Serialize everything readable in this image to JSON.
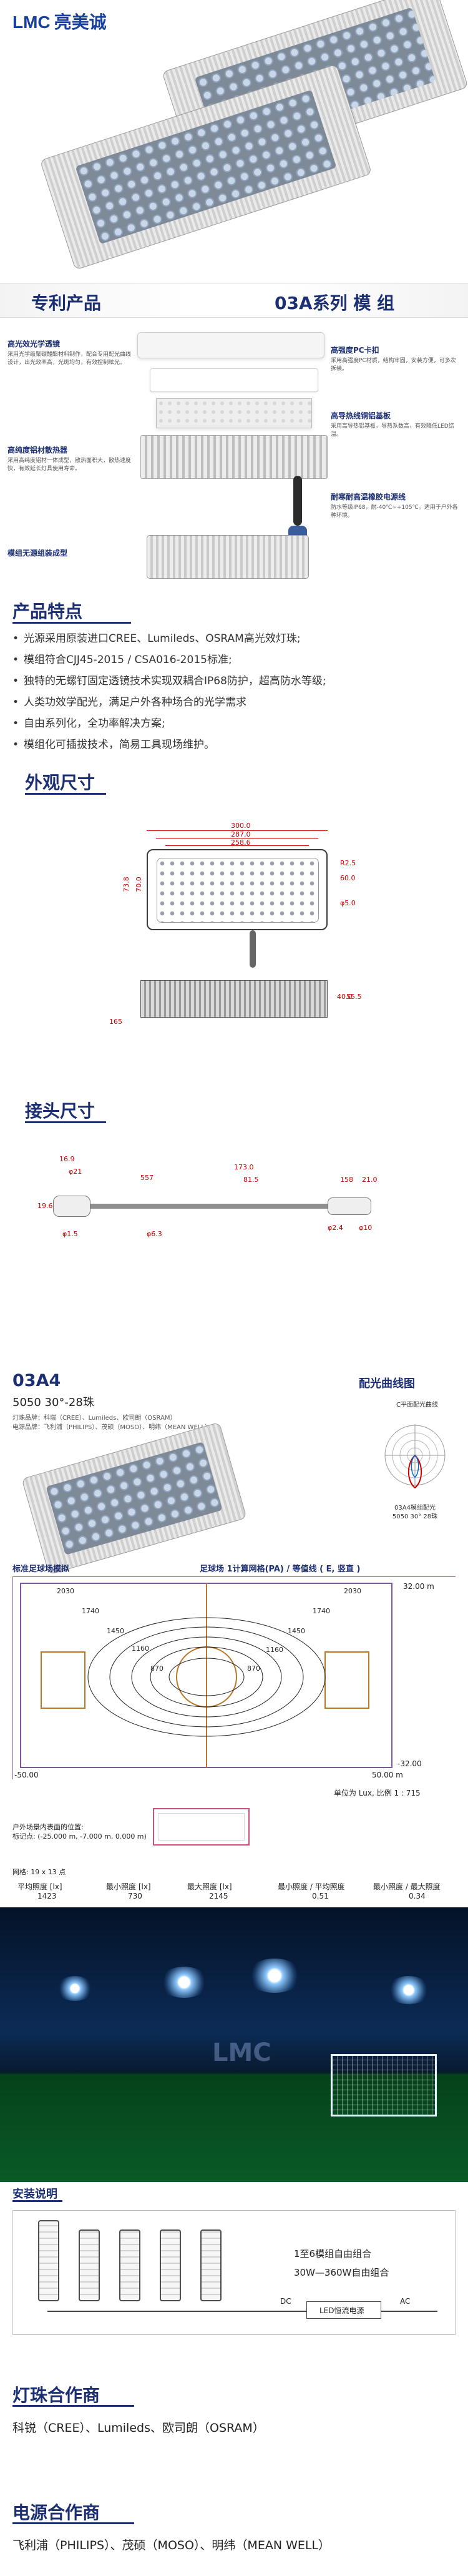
{
  "brand": {
    "logo": "LMC",
    "name": "亮美诚"
  },
  "sections": {
    "product": {
      "left": "专利产品",
      "right": "03A系列  模 组"
    },
    "features": {
      "title": "产品特点"
    },
    "appearance": {
      "title": "外观尺寸"
    },
    "connector": {
      "title": "接头尺寸"
    },
    "install": {
      "title": "安装说明"
    },
    "led_partner": {
      "title": "灯珠合作商"
    },
    "driver_partner": {
      "title": "电源合作商"
    }
  },
  "exploded": {
    "left_labels": [
      {
        "title": "高光效光学透镜",
        "desc": "采用光学级聚碳酸酯材料制作，配合专用配光曲线设计，出光效率高，光斑均匀，有效控制眩光。"
      },
      {
        "title": "高纯度铝材散热器",
        "desc": "采用高纯度铝材一体成型，散热面积大，散热速度快，有效延长灯具使用寿命。"
      },
      {
        "title": "模组无源组装成型",
        "desc": ""
      }
    ],
    "right_labels": [
      {
        "title": "高强度PC卡扣",
        "desc": "采用高强度PC材质，结构牢固，安装方便，可多次拆装。"
      },
      {
        "title": "高导热线铜铝基板",
        "desc": "采用高导热铝基板，导热系数高，有效降低LED结温。"
      },
      {
        "title": "耐寒耐高温橡胶电源线",
        "desc": "防水等级IP68，耐-40℃~+105℃，适用于户外各种环境。"
      }
    ]
  },
  "features": [
    "光源采用原装进口CREE、Lumileds、OSRAM高光效灯珠;",
    "模组符合CJJ45-2015  /  CSA016-2015标准;",
    "独特的无螺钉固定透镜技术实现双耦合IP68防护，超高防水等级;",
    "人类功效学配光，满足户外各种场合的光学需求",
    "自由系列化，全功率解决方案;",
    "模组化可插拔技术，简易工具现场维护。"
  ],
  "dimensions": {
    "top_labels": [
      "300.0",
      "287.0",
      "258.6"
    ],
    "left_labels": [
      "73.8",
      "70.0"
    ],
    "right_labels": [
      "R2.5",
      "60.0",
      "φ5.0"
    ],
    "side_labels": [
      "165",
      "40.0",
      "55.5"
    ]
  },
  "connector_dims": {
    "labels": [
      "16.9",
      "φ21",
      "557",
      "173.0",
      "81.5",
      "158",
      "21.0",
      "19.6",
      "φ1.5",
      "φ6.3",
      "φ2.4",
      "φ10"
    ]
  },
  "model": {
    "code": "03A4",
    "spec": "5050 30°-28珠",
    "desc1": "灯珠品牌：科瑞（CREE）、Lumileds、欧司朗（OSRAM）",
    "desc2": "电源品牌：飞利浦（PHILIPS）、茂硕（MOSO）、明纬（MEAN WELL）",
    "curve_title": "配光曲线图",
    "curve_caption1": "03A4模组配光",
    "curve_caption2": "5050 30° 28珠",
    "curve_inner_label": "C平面配光曲线"
  },
  "isolux": {
    "title_left": "标准足球场模拟",
    "title_right": "足球场 1计算网格(PA) / 等值线 ( E, 竖直 )",
    "axis_top": "32.00 m",
    "axis_right": "-32.00",
    "axis_left": "-50.00",
    "axis_bottom": "50.00 m",
    "unit": "单位为 Lux, 比例 1 : 715",
    "position_title": "户外场景内表面的位置:",
    "position_value": "标记点: (-25.000 m, -7.000 m, 0.000 m)",
    "grid": "网格: 19 x 13 点",
    "contours": [
      "2030",
      "1740",
      "1450",
      "1160",
      "870",
      "870",
      "1160",
      "1450",
      "1740",
      "2030"
    ]
  },
  "stats": {
    "headers": [
      "平均照度 [lx]",
      "最小照度 [lx]",
      "最大照度 [lx]",
      "最小照度 / 平均照度",
      "最小照度 / 最大照度"
    ],
    "values": [
      "1423",
      "730",
      "2145",
      "0.51",
      "0.34"
    ]
  },
  "install": {
    "line1": "1至6模组自由组合",
    "line2": "30W—360W自由组合",
    "dc": "DC",
    "ac": "AC",
    "driver": "LED恒流电源"
  },
  "partners": {
    "led": "科锐（CREE）、Lumileds、欧司朗（OSRAM）",
    "driver": "飞利浦（PHILIPS）、茂硕（MOSO）、明纬（MEAN WELL）"
  },
  "watermark": "LMC"
}
